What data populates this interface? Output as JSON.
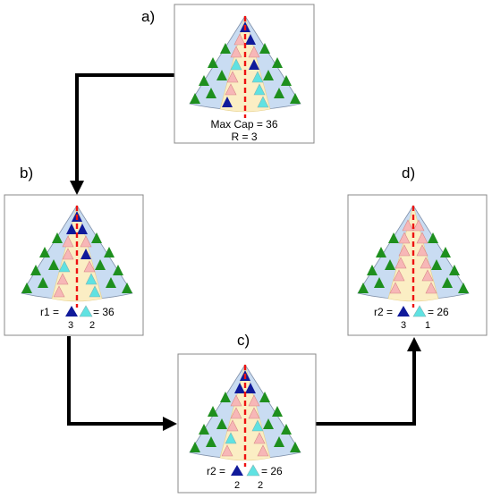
{
  "labels": {
    "a": "a)",
    "b": "b)",
    "c": "c)",
    "d": "d)"
  },
  "panel_a": {
    "caption_line1": "Max Cap = 36",
    "caption_line2": "R = 3"
  },
  "panel_b": {
    "eq_prefix": "r1 =",
    "eq_suffix": "= 36",
    "count_dark": "3",
    "count_light": "2"
  },
  "panel_c": {
    "eq_prefix": "r2 =",
    "eq_suffix": "= 26",
    "count_dark": "2",
    "count_light": "2"
  },
  "panel_d": {
    "eq_prefix": "r2 =",
    "eq_suffix": "= 26",
    "count_dark": "3",
    "count_light": "1"
  },
  "colors": {
    "sector_fill": "#c9dcf2",
    "sector_stroke": "#7f8fa8",
    "corridor_fill": "#fbeec4",
    "green": "#1e8f1e",
    "dark_blue": "#101a9a",
    "light_blue": "#5fe2e2",
    "pink": "#f7b7b7",
    "red_dash": "#ee1111",
    "frame": "#888888",
    "arrow": "#000000"
  }
}
